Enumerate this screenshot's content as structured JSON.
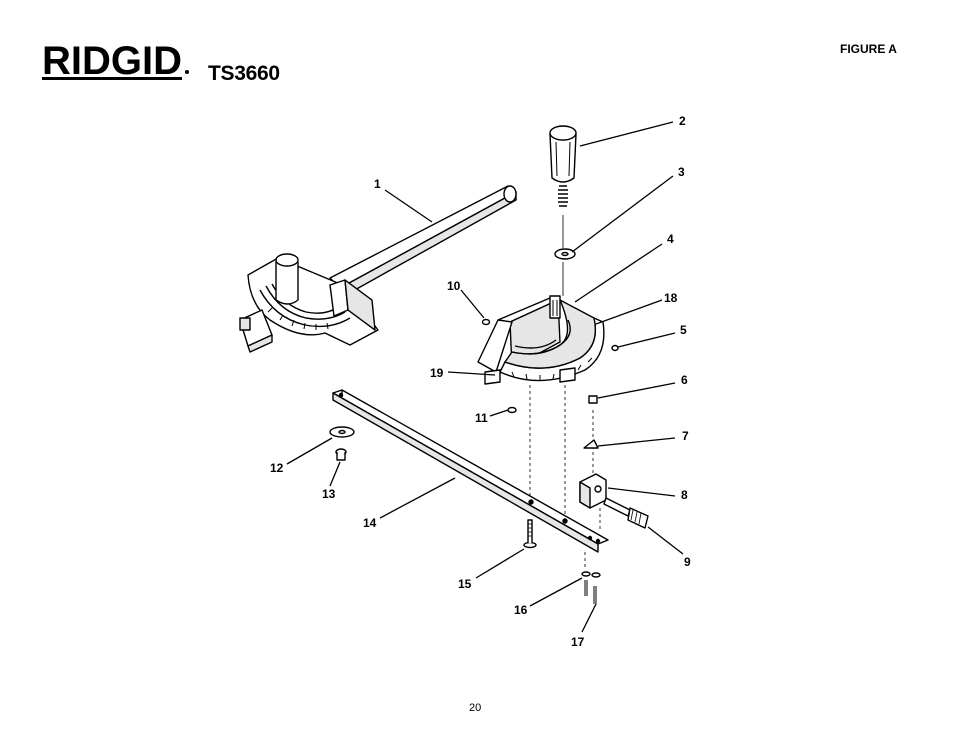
{
  "header": {
    "brand": "RIDGID",
    "model": "TS3660",
    "figure_title": "FIGURE A"
  },
  "diagram": {
    "callouts": [
      "1",
      "2",
      "3",
      "4",
      "5",
      "6",
      "7",
      "8",
      "9",
      "10",
      "11",
      "12",
      "13",
      "14",
      "15",
      "16",
      "17",
      "18",
      "19"
    ]
  },
  "footer": {
    "page_number": "20"
  },
  "colors": {
    "ink": "#000000",
    "paper": "#ffffff",
    "part_fill": "#e6e6e6"
  }
}
